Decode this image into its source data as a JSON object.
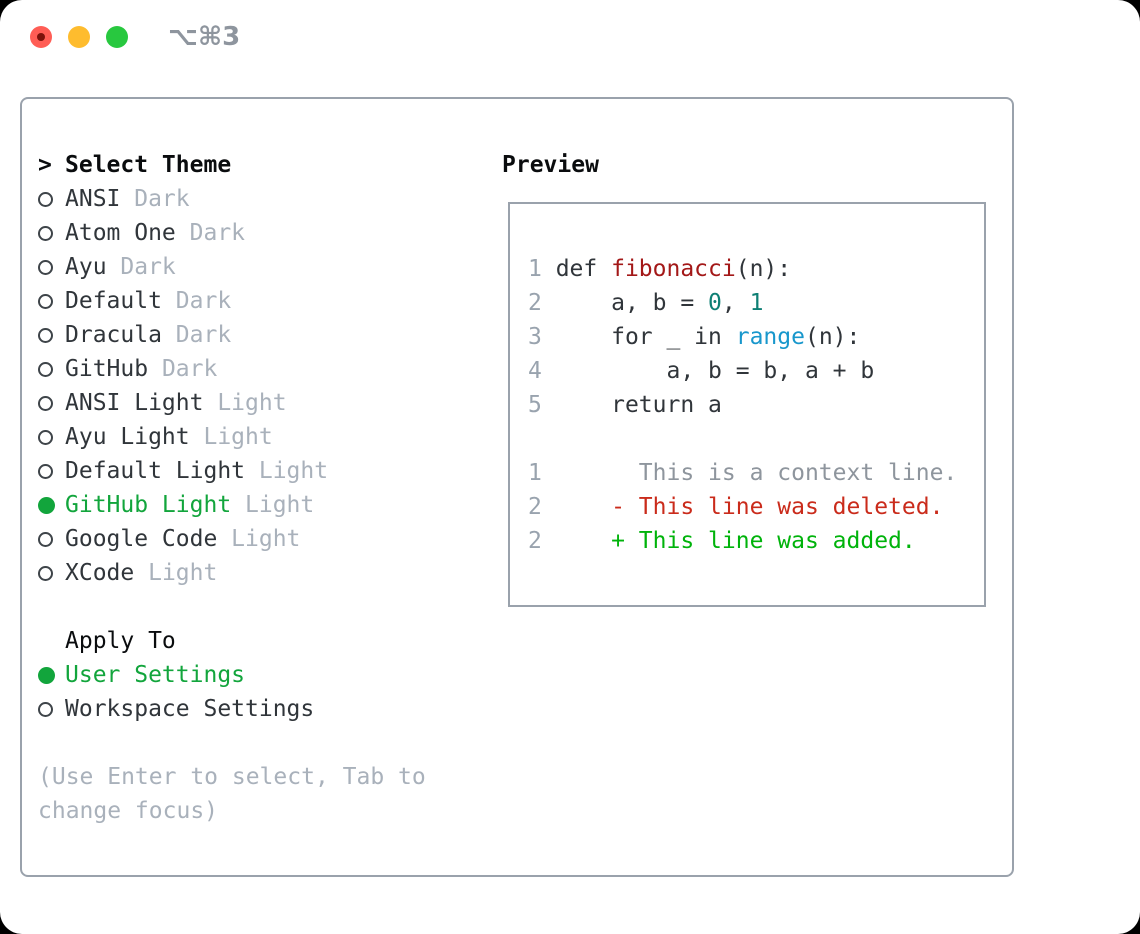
{
  "titlebar": {
    "title": "⌥⌘3",
    "traffic_lights": [
      "close",
      "minimize",
      "zoom"
    ]
  },
  "sidebar": {
    "header": {
      "marker": ">",
      "label": "Select Theme"
    },
    "themes": [
      {
        "name": "ANSI",
        "tag": "Dark",
        "selected": false
      },
      {
        "name": "Atom One",
        "tag": "Dark",
        "selected": false
      },
      {
        "name": "Ayu",
        "tag": "Dark",
        "selected": false
      },
      {
        "name": "Default",
        "tag": "Dark",
        "selected": false
      },
      {
        "name": "Dracula",
        "tag": "Dark",
        "selected": false
      },
      {
        "name": "GitHub",
        "tag": "Dark",
        "selected": false
      },
      {
        "name": "ANSI Light",
        "tag": "Light",
        "selected": false
      },
      {
        "name": "Ayu Light",
        "tag": "Light",
        "selected": false
      },
      {
        "name": "Default Light",
        "tag": "Light",
        "selected": false
      },
      {
        "name": "GitHub Light",
        "tag": "Light",
        "selected": true
      },
      {
        "name": "Google Code",
        "tag": "Light",
        "selected": false
      },
      {
        "name": "XCode",
        "tag": "Light",
        "selected": false
      }
    ],
    "apply_to": {
      "header": "Apply To",
      "options": [
        {
          "label": "User Settings",
          "selected": true
        },
        {
          "label": "Workspace Settings",
          "selected": false
        }
      ]
    },
    "hint": [
      "(Use Enter to select, Tab to",
      "change focus)"
    ]
  },
  "preview": {
    "title": "Preview",
    "code": [
      {
        "n": "1",
        "tokens": [
          {
            "t": "def ",
            "s": "kw"
          },
          {
            "t": "fibonacci",
            "s": "fn"
          },
          {
            "t": "(n):",
            "s": "pl"
          }
        ]
      },
      {
        "n": "2",
        "tokens": [
          {
            "t": "    a, b = ",
            "s": "pl"
          },
          {
            "t": "0",
            "s": "num"
          },
          {
            "t": ", ",
            "s": "pl"
          },
          {
            "t": "1",
            "s": "num"
          }
        ]
      },
      {
        "n": "3",
        "tokens": [
          {
            "t": "    for _ in ",
            "s": "pl"
          },
          {
            "t": "range",
            "s": "bi"
          },
          {
            "t": "(n):",
            "s": "pl"
          }
        ]
      },
      {
        "n": "4",
        "tokens": [
          {
            "t": "        a, b = b, a + b",
            "s": "pl"
          }
        ]
      },
      {
        "n": "5",
        "tokens": [
          {
            "t": "    return a",
            "s": "pl"
          }
        ]
      }
    ],
    "diff": [
      {
        "n": "1",
        "body": {
          "t": "      This is a context line.",
          "s": "ctx"
        }
      },
      {
        "n": "2",
        "body": {
          "t": "    - This line was deleted.",
          "s": "del"
        }
      },
      {
        "n": "2",
        "body": {
          "t": "    + This line was added.",
          "s": "add"
        }
      }
    ]
  },
  "colors": {
    "selected_green": "#12a53c",
    "added_green": "#00b30b",
    "deleted_red": "#ca2b1b",
    "function_red": "#a31818",
    "number_teal": "#0e7f74",
    "builtin_blue": "#1897cc",
    "muted_gray": "#a9b1bb",
    "border_gray": "#9aa2ac",
    "text_dark": "#30353a"
  }
}
